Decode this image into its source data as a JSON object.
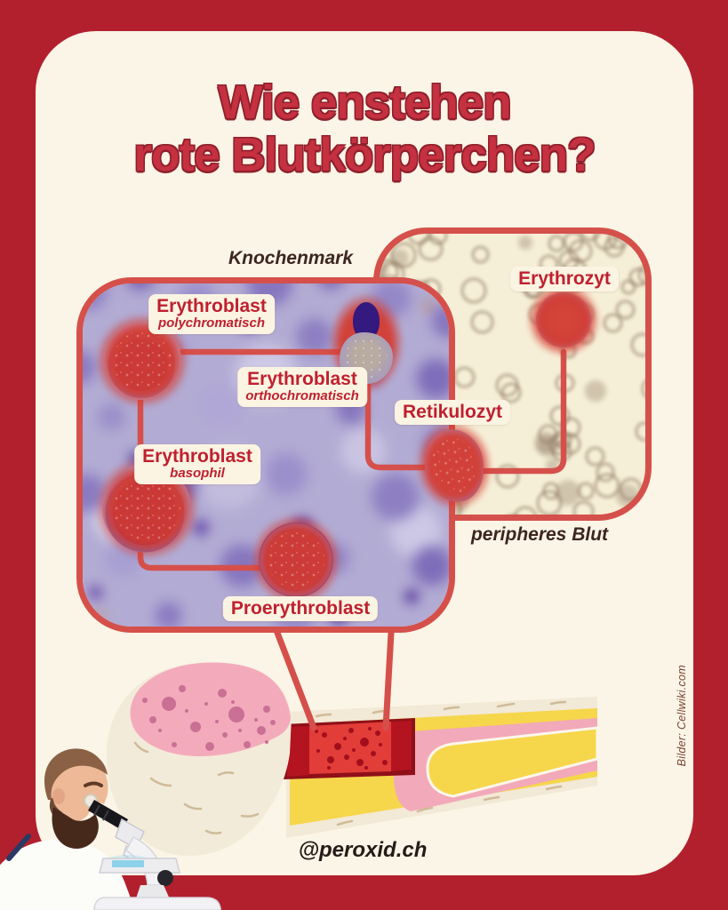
{
  "title": {
    "line1": "Wie enstehen",
    "line2": "rote Blutkörperchen?"
  },
  "panels": {
    "bone_marrow": {
      "title": "Knochenmark"
    },
    "peripheral_blood": {
      "title": "peripheres Blut"
    }
  },
  "stages": {
    "proerythroblast": {
      "label": "Proerythroblast"
    },
    "erythroblast_basophil": {
      "label": "Erythroblast",
      "sublabel": "basophil"
    },
    "erythroblast_polychromatic": {
      "label": "Erythroblast",
      "sublabel": "polychromatisch"
    },
    "erythroblast_orthochromatic": {
      "label": "Erythroblast",
      "sublabel": "orthochromatisch"
    },
    "retikulozyt": {
      "label": "Retikulozyt"
    },
    "erythrozyt": {
      "label": "Erythrozyt"
    }
  },
  "footer": {
    "handle": "@peroxid.ch"
  },
  "credit": {
    "text": "Bilder: Cellwiki.com"
  },
  "colors": {
    "frame_red": "#b2202e",
    "page_cream": "#faf5e6",
    "accent_red": "#d5504b",
    "label_red": "#bf202f",
    "title_red": "#c53140",
    "dark_text": "#3d2620"
  }
}
